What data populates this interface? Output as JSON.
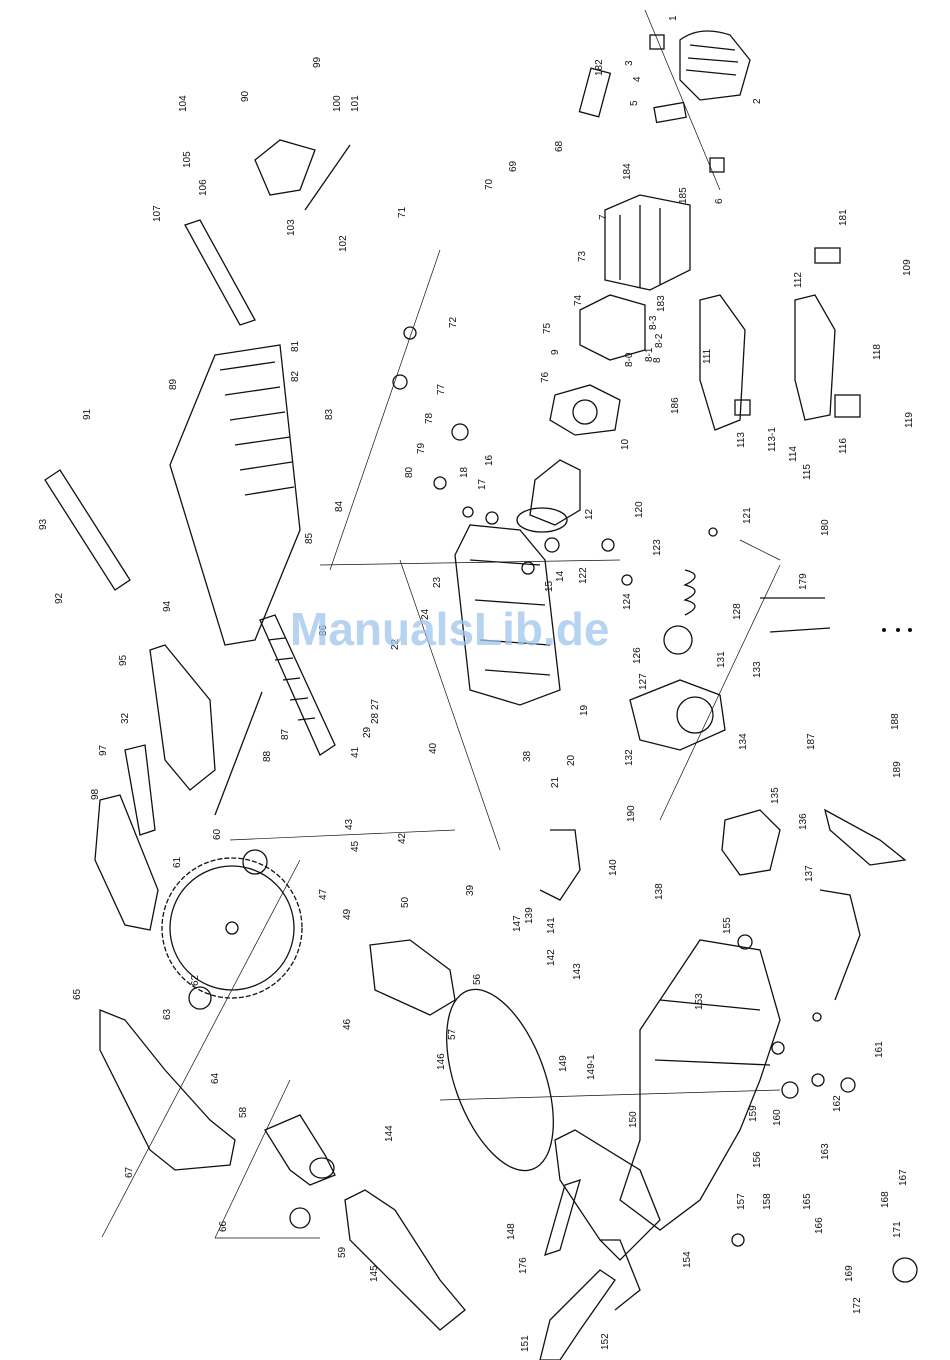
{
  "colors": {
    "ink": "#111111",
    "background": "#ffffff",
    "watermark": "#9dc4ec"
  },
  "watermark": "ManualsLib.de",
  "labels": [
    "1",
    "2",
    "3",
    "4",
    "5",
    "6",
    "7",
    "8",
    "8-0",
    "8-1",
    "8-2",
    "8-3",
    "9",
    "10",
    "12",
    "14",
    "15",
    "16",
    "17",
    "18",
    "19",
    "20",
    "21",
    "22",
    "23",
    "24",
    "27",
    "28",
    "29",
    "32",
    "38",
    "39",
    "40",
    "41",
    "42",
    "43",
    "45",
    "46",
    "47",
    "49",
    "50",
    "56",
    "57",
    "58",
    "59",
    "60",
    "61",
    "62",
    "63",
    "64",
    "65",
    "66",
    "67",
    "68",
    "69",
    "70",
    "71",
    "72",
    "73",
    "74",
    "75",
    "76",
    "77",
    "78",
    "79",
    "80",
    "81",
    "82",
    "83",
    "84",
    "85",
    "86",
    "87",
    "88",
    "89",
    "90",
    "91",
    "92",
    "93",
    "94",
    "95",
    "97",
    "98",
    "99",
    "100",
    "101",
    "102",
    "103",
    "104",
    "105",
    "106",
    "107",
    "109",
    "111",
    "112",
    "113",
    "113-1",
    "114",
    "115",
    "116",
    "118",
    "119",
    "120",
    "121",
    "122",
    "123",
    "124",
    "126",
    "127",
    "128",
    "131",
    "132",
    "133",
    "134",
    "135",
    "136",
    "137",
    "138",
    "139",
    "140",
    "141",
    "142",
    "143",
    "144",
    "145",
    "146",
    "147",
    "148",
    "149",
    "149-1",
    "150",
    "151",
    "152",
    "153",
    "154",
    "155",
    "156",
    "157",
    "158",
    "159",
    "160",
    "161",
    "162",
    "163",
    "165",
    "166",
    "167",
    "168",
    "169",
    "171",
    "172",
    "176",
    "179",
    "180",
    "181",
    "182",
    "183",
    "184",
    "185",
    "186",
    "187",
    "188",
    "189",
    "190"
  ]
}
